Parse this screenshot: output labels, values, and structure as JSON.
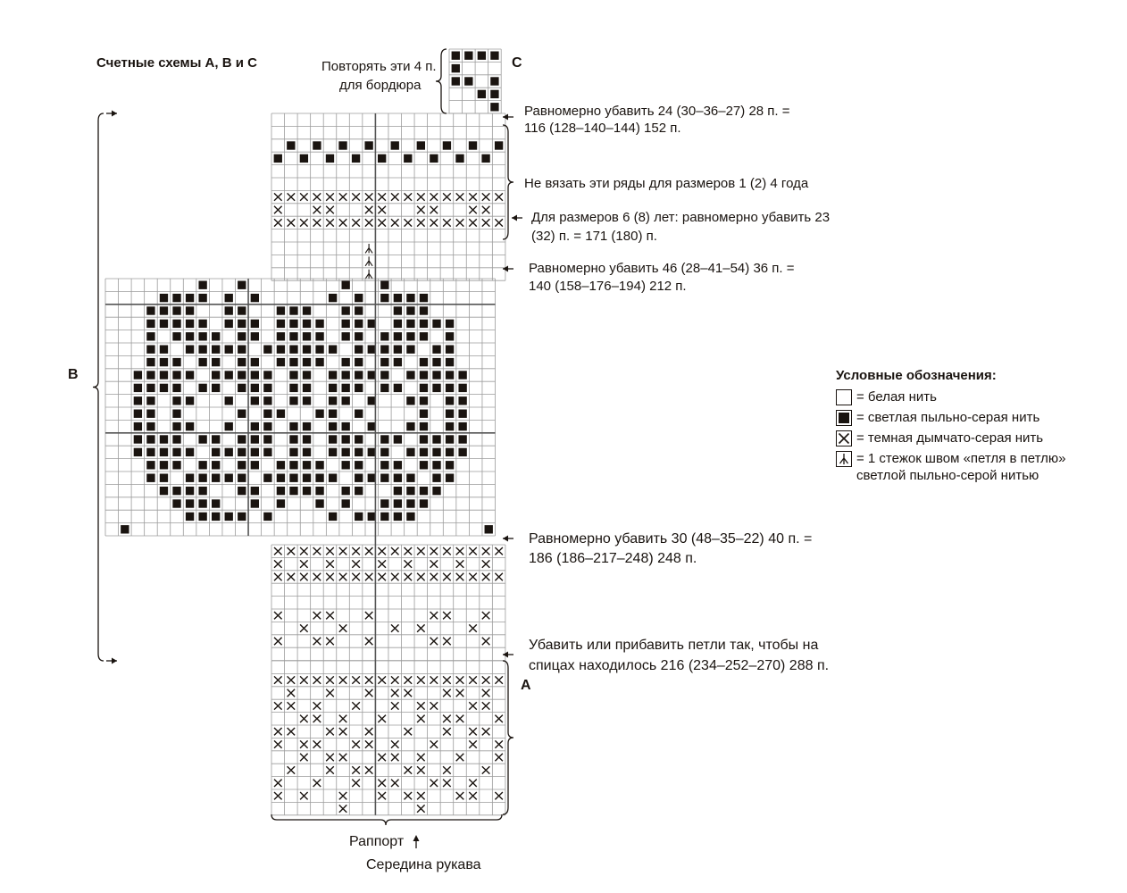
{
  "title": "Счетные схемы А, В и С",
  "labels": {
    "A": "A",
    "B": "B",
    "C": "C"
  },
  "notes": {
    "repeat_border": [
      "Повторять эти 4 п.",
      "для бордюра"
    ],
    "dec_top": [
      "Равномерно убавить 24 (30–36–27) 28 п. =",
      "116 (128–140–144) 152 п."
    ],
    "skip_rows": "Не вязать эти ряды для размеров 1 (2) 4 года",
    "sizes_6_8": [
      "Для размеров 6 (8) лет: равномерно убавить 23",
      "(32) п. = 171 (180) п."
    ],
    "dec_46": [
      "Равномерно убавить 46 (28–41–54) 36 п. =",
      "140 (158–176–194) 212 п."
    ],
    "dec_30": [
      "Равномерно убавить 30 (48–35–22) 40 п. =",
      "186 (186–217–248) 248 п."
    ],
    "adjust": [
      "Убавить или прибавить петли так, чтобы на",
      "спицах находилось 216 (234–252–270) 288 п."
    ],
    "rapport": "Раппорт",
    "sleeve_middle": "Середина рукава"
  },
  "legend": {
    "title": "Условные обозначения:",
    "items": [
      {
        "symbol": "empty",
        "text": [
          "= белая нить"
        ]
      },
      {
        "symbol": "filled",
        "text": [
          "= светлая пыльно-серая нить"
        ]
      },
      {
        "symbol": "cross",
        "text": [
          "= темная дымчато-серая нить"
        ]
      },
      {
        "symbol": "duplicate",
        "text": [
          "= 1 стежок швом «петля в петлю»",
          "светлой пыльно-серой нитью"
        ]
      }
    ]
  },
  "colors": {
    "ink": "#1a1410",
    "grid": "#9c9c9c",
    "filled": "#1a1410"
  }
}
